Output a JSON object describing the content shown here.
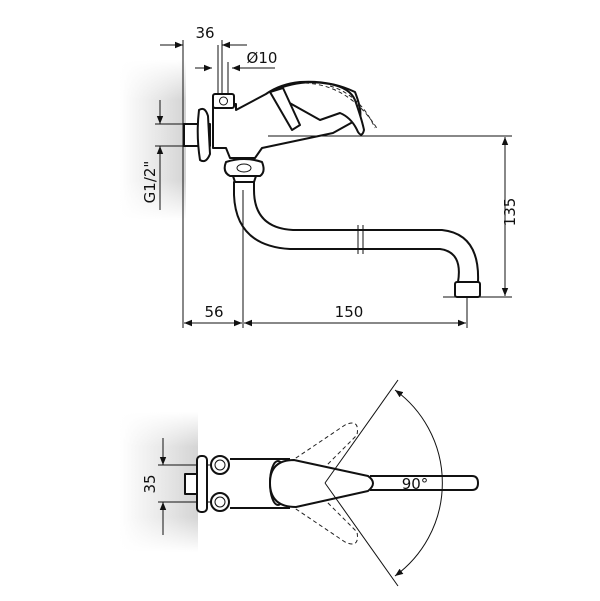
{
  "side_view": {
    "dim_36": "36",
    "dim_diameter": "Ø10",
    "dim_thread": "G1/2\"",
    "dim_135": "135",
    "dim_56": "56",
    "dim_150": "150"
  },
  "top_view": {
    "dim_35": "35",
    "dim_angle": "90°"
  },
  "colors": {
    "line": "#111111",
    "wall_shadow": "#d8d8d8"
  }
}
